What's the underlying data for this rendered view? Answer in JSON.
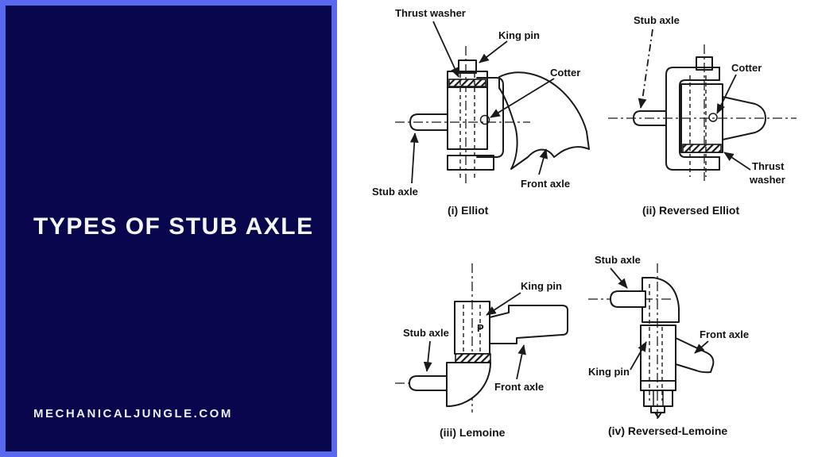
{
  "left_panel": {
    "title": "TYPES OF STUB AXLE",
    "website": "MECHANICALJUNGLE.COM",
    "panel_bg": "#08074d",
    "frame_color": "#5a6af0",
    "text_color": "#f5f5f5"
  },
  "figure": {
    "ink_color": "#1a1a1a",
    "background": "#ffffff",
    "diagrams": [
      {
        "caption": "(i) Elliot",
        "labels": {
          "thrust_washer": "Thrust washer",
          "king_pin": "King pin",
          "cotter": "Cotter",
          "stub_axle": "Stub axle",
          "front_axle": "Front axle"
        }
      },
      {
        "caption": "(ii) Reversed Elliot",
        "labels": {
          "stub_axle": "Stub axle",
          "cotter": "Cotter",
          "thrust_line1": "Thrust",
          "thrust_line2": "washer"
        }
      },
      {
        "caption": "(iii) Lemoine",
        "labels": {
          "king_pin": "King pin",
          "stub_axle": "Stub axle",
          "front_axle": "Front axle",
          "pin_mark": "P"
        }
      },
      {
        "caption": "(iv) Reversed-Lemoine",
        "labels": {
          "stub_axle": "Stub axle",
          "front_axle": "Front axle",
          "king_pin": "King pin"
        }
      }
    ]
  }
}
